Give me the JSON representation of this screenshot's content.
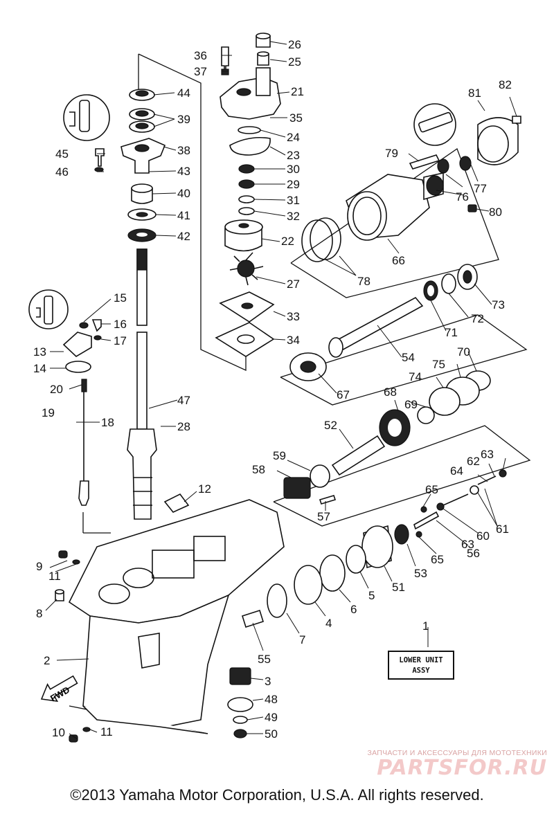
{
  "diagram": {
    "assembly_label_line1": "LOWER UNIT",
    "assembly_label_line2": "ASSY",
    "fwd_label": "FWD",
    "callouts": {
      "p1": "1",
      "p2": "2",
      "p3": "3",
      "p4": "4",
      "p5": "5",
      "p6": "6",
      "p7": "7",
      "p8": "8",
      "p9": "9",
      "p10": "10",
      "p11a": "11",
      "p11b": "11",
      "p12": "12",
      "p13": "13",
      "p14": "14",
      "p15": "15",
      "p16": "16",
      "p17": "17",
      "p18": "18",
      "p19": "19",
      "p20": "20",
      "p21": "21",
      "p22": "22",
      "p23": "23",
      "p24": "24",
      "p25": "25",
      "p26": "26",
      "p27": "27",
      "p28": "28",
      "p29": "29",
      "p30": "30",
      "p31": "31",
      "p32": "32",
      "p33": "33",
      "p34": "34",
      "p35": "35",
      "p36": "36",
      "p37": "37",
      "p38": "38",
      "p39": "39",
      "p40": "40",
      "p41": "41",
      "p42": "42",
      "p43": "43",
      "p44": "44",
      "p45": "45",
      "p46": "46",
      "p47": "47",
      "p48": "48",
      "p49": "49",
      "p50": "50",
      "p51": "51",
      "p52": "52",
      "p53": "53",
      "p54": "54",
      "p55": "55",
      "p56": "56",
      "p57": "57",
      "p58": "58",
      "p59": "59",
      "p60": "60",
      "p61": "61",
      "p62": "62",
      "p63a": "63",
      "p63b": "63",
      "p64": "64",
      "p65a": "65",
      "p65b": "65",
      "p66": "66",
      "p67": "67",
      "p68": "68",
      "p69": "69",
      "p70": "70",
      "p71": "71",
      "p72": "72",
      "p73": "73",
      "p74": "74",
      "p75": "75",
      "p76": "76",
      "p77": "77",
      "p78": "78",
      "p79": "79",
      "p80": "80",
      "p81": "81",
      "p82": "82"
    }
  },
  "watermark": {
    "subtitle": "ЗАПЧАСТИ И АКСЕССУАРЫ ДЛЯ МОТОТЕХНИКИ",
    "brand": "PARTSFOR.RU"
  },
  "footer": {
    "copyright": "©2013 Yamaha Motor Corporation, U.S.A. All rights reserved."
  }
}
